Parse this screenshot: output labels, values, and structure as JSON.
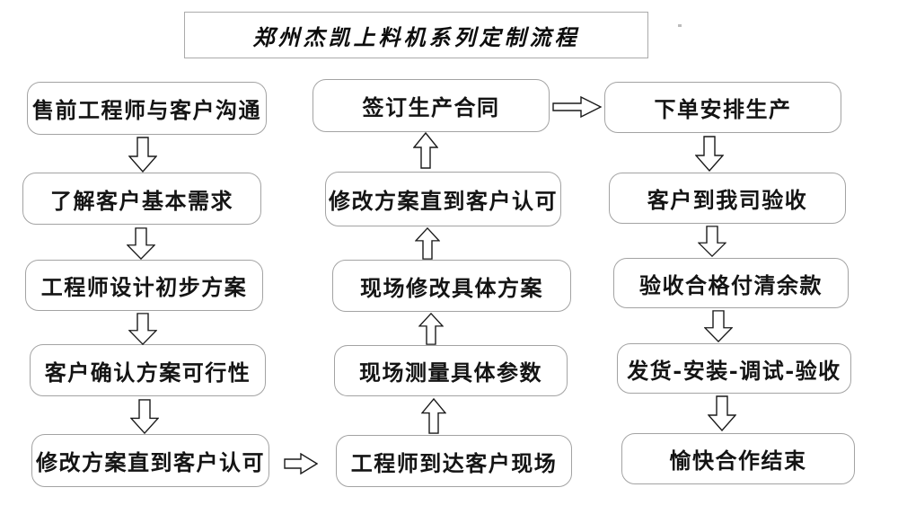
{
  "title": {
    "text": "郑州杰凯上料机系列定制流程"
  },
  "palette": {
    "background": "#ffffff",
    "box_border": "#a3a3a3",
    "text": "#141414",
    "arrow_outline": "#1a1a1a"
  },
  "icons": {
    "flow-arrow-down-icon": "⇩ hollow block arrow pointing down",
    "flow-arrow-up-icon": "⇧ hollow block arrow pointing up",
    "flow-arrow-right-icon": "⇨ hollow block arrow pointing right"
  },
  "nodes": [
    {
      "id": "presales-communication",
      "label": "售前工程师与客户沟通"
    },
    {
      "id": "understand-basic-needs",
      "label": "了解客户基本需求"
    },
    {
      "id": "engineer-initial-design",
      "label": "工程师设计初步方案"
    },
    {
      "id": "customer-confirm-feasibility",
      "label": "客户确认方案可行性"
    },
    {
      "id": "revise-until-approved-1",
      "label": "修改方案直到客户认可"
    },
    {
      "id": "engineer-arrives-on-site",
      "label": "工程师到达客户现场"
    },
    {
      "id": "measure-site-parameters",
      "label": "现场测量具体参数"
    },
    {
      "id": "revise-plan-on-site",
      "label": "现场修改具体方案"
    },
    {
      "id": "revise-until-approved-2",
      "label": "修改方案直到客户认可"
    },
    {
      "id": "sign-production-contract",
      "label": "签订生产合同"
    },
    {
      "id": "order-arrange-production",
      "label": "下单安排生产"
    },
    {
      "id": "customer-acceptance-visit",
      "label": "客户到我司验收"
    },
    {
      "id": "pay-balance-after-acceptance",
      "label": "验收合格付清余款"
    },
    {
      "id": "ship-install-debug-accept",
      "label": "发货-安装-调试-验收"
    },
    {
      "id": "happy-cooperation-end",
      "label": "愉快合作结束"
    }
  ],
  "edges": [
    [
      0,
      1
    ],
    [
      1,
      2
    ],
    [
      2,
      3
    ],
    [
      3,
      4
    ],
    [
      4,
      5
    ],
    [
      5,
      6
    ],
    [
      6,
      7
    ],
    [
      7,
      8
    ],
    [
      8,
      9
    ],
    [
      9,
      10
    ],
    [
      10,
      11
    ],
    [
      11,
      12
    ],
    [
      12,
      13
    ],
    [
      13,
      14
    ]
  ]
}
